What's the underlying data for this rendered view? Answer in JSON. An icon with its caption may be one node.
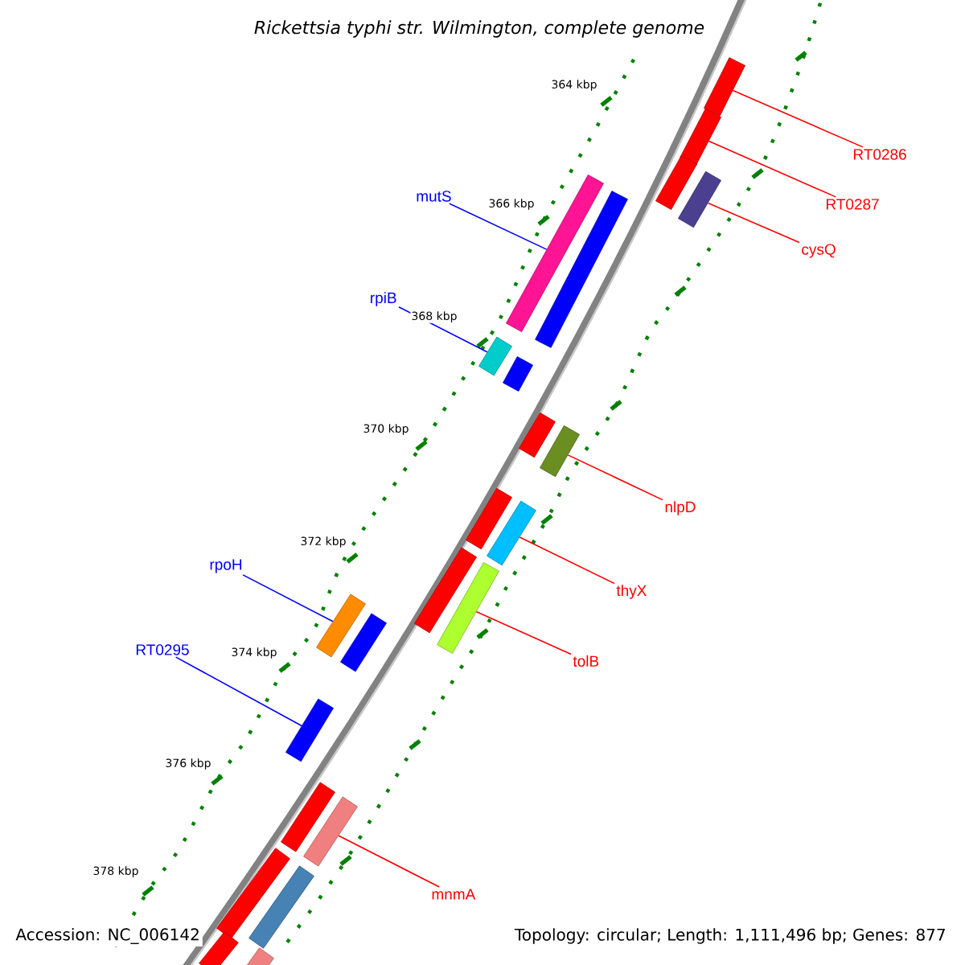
{
  "diagram": {
    "nodes": [
      {
        "text": [
          "RT0286"
        ]
      },
      {
        "text": [],
        "shape": "bar"
      },
      {
        "text": [
          "RT0287"
        ]
      },
      {
        "text": [],
        "shape": "bar"
      },
      {
        "text": [
          "cysQ"
        ]
      },
      {
        "text": [],
        "shape": "bar"
      },
      {
        "text": [
          "mutS"
        ]
      },
      {
        "text": [],
        "shape": "bar"
      },
      {
        "text": [
          "rpiB"
        ]
      },
      {
        "text": [],
        "shape": "bar"
      },
      {
        "text": [
          "nlpD"
        ]
      },
      {
        "text": [],
        "shape": "bar"
      },
      {
        "text": [
          "thyX"
        ]
      },
      {
        "text": [],
        "shape": "bar"
      },
      {
        "text": [
          "tolB"
        ]
      },
      {
        "text": [],
        "shape": "bar"
      },
      {
        "text": [
          "rpoH"
        ]
      },
      {
        "text": [],
        "shape": "bar"
      },
      {
        "text": [
          "RT0295"
        ]
      },
      {
        "text": [],
        "shape": "bar"
      },
      {
        "text": [
          "mnmA"
        ]
      },
      {
        "text": [],
        "shape": "bar"
      },
      {
        "text": [],
        "shape": "bar"
      },
      {
        "text": [],
        "shape": "bar"
      },
      {
        "text": [],
        "shape": "bar"
      },
      {
        "text": [],
        "shape": "bar"
      },
      {
        "text": [],
        "shape": "bar"
      },
      {
        "text": [],
        "shape": "bar"
      },
      {
        "text": [],
        "shape": "bar"
      },
      {
        "text": [],
        "shape": "bar"
      },
      {
        "text": [],
        "shape": "bar"
      },
      {
        "text": [],
        "shape": "bar"
      },
      {
        "text": [],
        "shape": "bar"
      },
      {
        "text": [],
        "shape": "bar"
      }
    ],
    "edges": [
      {
        "from": 0,
        "to": 1,
        "arrow": "none"
      },
      {
        "from": 2,
        "to": 3,
        "arrow": "none"
      },
      {
        "from": 4,
        "to": 5,
        "arrow": "none"
      },
      {
        "from": 6,
        "to": 7,
        "arrow": "none",
        "color": "#0000ff"
      },
      {
        "from": 8,
        "to": 9,
        "arrow": "none",
        "color": "#0000ff"
      },
      {
        "from": 10,
        "to": 11,
        "arrow": "none"
      },
      {
        "from": 12,
        "to": 13,
        "arrow": "none"
      },
      {
        "from": 14,
        "to": 15,
        "arrow": "none"
      },
      {
        "from": 16,
        "to": 17,
        "arrow": "none",
        "color": "#0000ff"
      },
      {
        "from": 18,
        "to": 19,
        "arrow": "none",
        "color": "#0000ff"
      },
      {
        "from": 20,
        "to": 21,
        "arrow": "none"
      }
    ],
    "labels": [
      "Rickettsia typhi str. Wilmington, complete genome",
      "364 kbp",
      "366 kbp",
      "368 kbp",
      "370 kbp",
      "372 kbp",
      "374 kbp",
      "376 kbp",
      "378 kbp",
      "Accession: NC_006142",
      "Topology: circular; Length: 1,111,496 bp; Genes: 877"
    ]
  }
}
